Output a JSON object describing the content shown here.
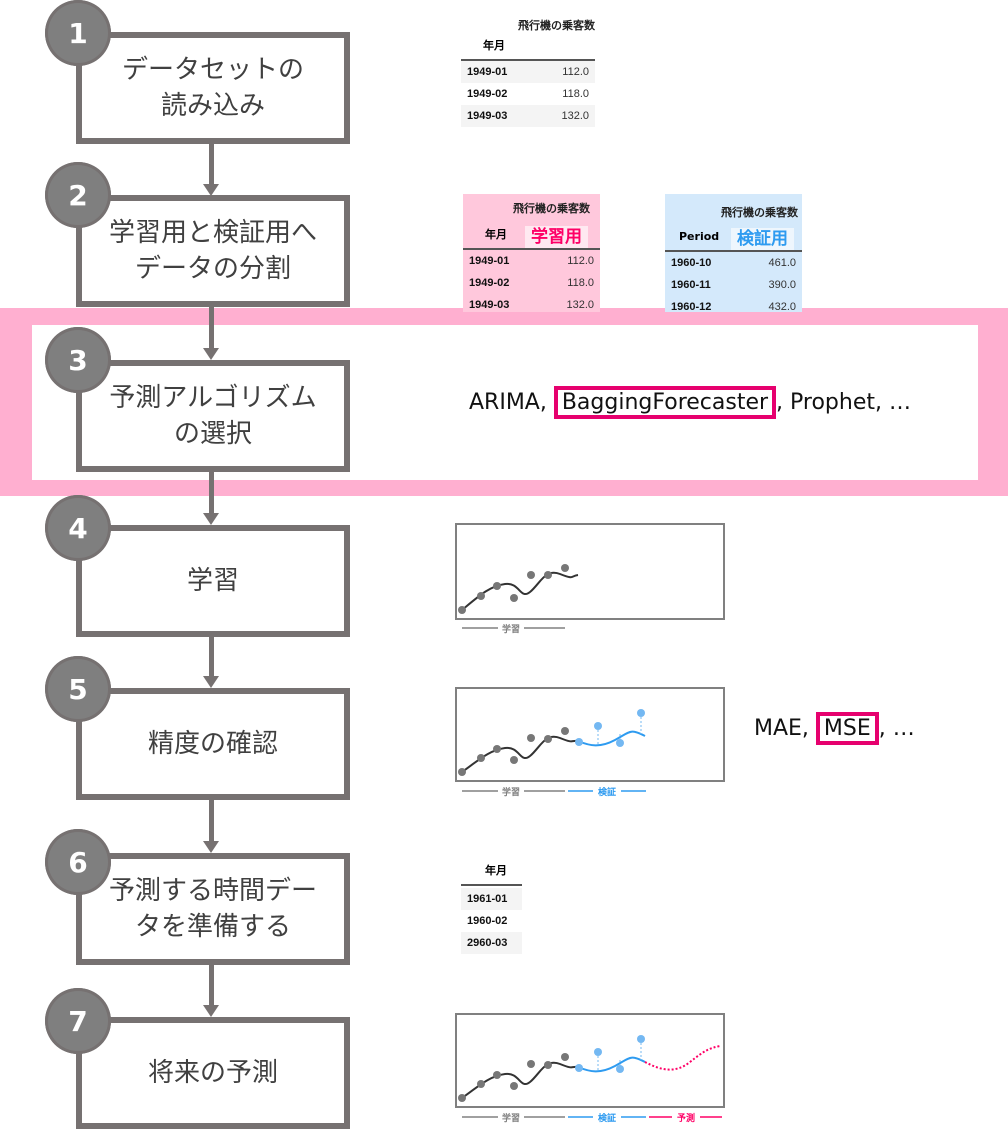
{
  "steps": [
    {
      "num": "1",
      "label": "データセットの\n読み込み"
    },
    {
      "num": "2",
      "label": "学習用と検証用へ\nデータの分割"
    },
    {
      "num": "3",
      "label": "予測アルゴリズム\nの選択"
    },
    {
      "num": "4",
      "label": "学習"
    },
    {
      "num": "5",
      "label": "精度の確認"
    },
    {
      "num": "6",
      "label": "予測する時間デー\nタを準備する"
    },
    {
      "num": "7",
      "label": "将来の予測"
    }
  ],
  "dataset_table": {
    "caption": "飛行機の乗客数",
    "index_header": "年月",
    "rows": [
      [
        "1949-01",
        "112.0"
      ],
      [
        "1949-02",
        "118.0"
      ],
      [
        "1949-03",
        "132.0"
      ]
    ]
  },
  "train_table": {
    "caption": "飛行機の乗客数",
    "index_header": "年月",
    "tag": "学習用",
    "rows": [
      [
        "1949-01",
        "112.0"
      ],
      [
        "1949-02",
        "118.0"
      ],
      [
        "1949-03",
        "132.0"
      ]
    ]
  },
  "test_table": {
    "caption": "飛行機の乗客数",
    "index_header": "Period",
    "tag": "検証用",
    "rows": [
      [
        "1960-10",
        "461.0"
      ],
      [
        "1960-11",
        "390.0"
      ],
      [
        "1960-12",
        "432.0"
      ]
    ]
  },
  "algorithms": {
    "before": "ARIMA, ",
    "highlight": "BaggingForecaster",
    "after": ", Prophet, …"
  },
  "metrics": {
    "before": "MAE, ",
    "highlight": "MSE",
    "after": ", …"
  },
  "future_table": {
    "index_header": "年月",
    "rows": [
      "1961-01",
      "1960-02",
      "2960-03"
    ]
  },
  "chart_labels": {
    "train": "学習",
    "test": "検証",
    "predict": "予測"
  },
  "colors": {
    "box": "#767171",
    "band": "#ffafd0",
    "highlight": "#e6006e",
    "train": "#595959",
    "test": "#2e9bf0",
    "predict": "#ff0066"
  }
}
